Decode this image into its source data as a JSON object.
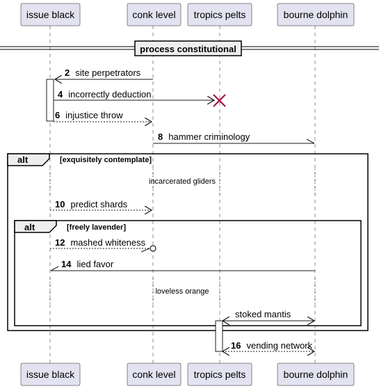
{
  "participants": [
    {
      "id": "issue_black",
      "label": "issue black"
    },
    {
      "id": "conk_level",
      "label": "conk level"
    },
    {
      "id": "tropics_pelts",
      "label": "tropics pelts"
    },
    {
      "id": "bourne_dolphin",
      "label": "bourne dolphin"
    }
  ],
  "divider": {
    "label": "process constitutional"
  },
  "messages": [
    {
      "num": "2",
      "text": "site perpetrators",
      "from": "conk_level",
      "to": "issue_black",
      "style": "solid",
      "head": "open"
    },
    {
      "num": "4",
      "text": "incorrectly deduction",
      "from": "issue_black",
      "to": "tropics_pelts",
      "style": "solid",
      "head": "destroy"
    },
    {
      "num": "6",
      "text": "injustice throw",
      "from": "issue_black",
      "to": "conk_level",
      "style": "dashed",
      "head": "open"
    },
    {
      "num": "8",
      "text": "hammer criminology",
      "from": "conk_level",
      "to": "bourne_dolphin",
      "style": "solid",
      "head": "half-lower"
    },
    {
      "num": "10",
      "text": "predict shards",
      "from": "issue_black",
      "to": "conk_level",
      "style": "dashed",
      "head": "open"
    },
    {
      "num": "12",
      "text": "mashed whiteness",
      "from": "issue_black",
      "to": "conk_level",
      "style": "dashed",
      "head": "half-lower-circle"
    },
    {
      "num": "14",
      "text": "lied favor",
      "from": "bourne_dolphin",
      "to": "issue_black",
      "style": "solid",
      "head": "half-lower"
    },
    {
      "num": "",
      "text": "stoked mantis",
      "from": "tropics_pelts",
      "to": "bourne_dolphin",
      "style": "solid",
      "head": "both"
    },
    {
      "num": "16",
      "text": "vending network",
      "from": "tropics_pelts",
      "to": "bourne_dolphin",
      "style": "dashed",
      "head": "both"
    }
  ],
  "delays": [
    {
      "text": "incarcerated gliders"
    },
    {
      "text": "loveless orange"
    }
  ],
  "fragments": [
    {
      "keyword": "alt",
      "guard": "[exquisitely contemplate]"
    },
    {
      "keyword": "alt",
      "guard": "[freely lavender]"
    }
  ],
  "colors": {
    "participant_fill": "#E2E2F0",
    "line": "#181818",
    "destroy": "#A80036",
    "frame_tab": "#EEEEEE"
  }
}
